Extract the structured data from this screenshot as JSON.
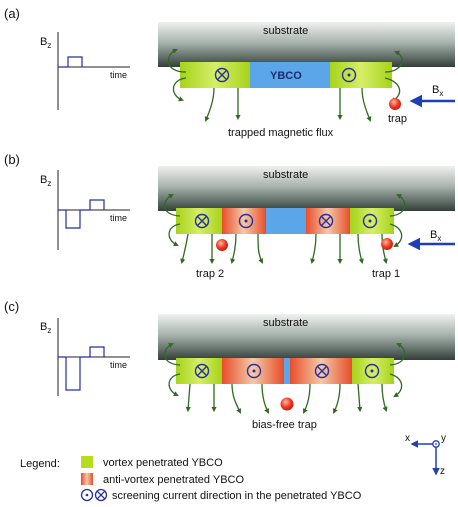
{
  "panels": [
    {
      "label": "(a)",
      "plot": {
        "y_label": "B",
        "y_sub": "z",
        "x_label": "time",
        "pulses": [
          1
        ]
      },
      "substrate_label": "substrate",
      "ybco_label": "YBCO",
      "field": {
        "label": "B",
        "sub": "x"
      },
      "annotations": [
        "trapped magnetic flux",
        "trap"
      ]
    },
    {
      "label": "(b)",
      "plot": {
        "y_label": "B",
        "y_sub": "z",
        "x_label": "time",
        "pulses": [
          -1.5,
          1
        ]
      },
      "substrate_label": "substrate",
      "field": {
        "label": "B",
        "sub": "x"
      },
      "annotations": [
        "trap 2",
        "trap 1"
      ]
    },
    {
      "label": "(c)",
      "plot": {
        "y_label": "B",
        "y_sub": "z",
        "x_label": "time",
        "pulses": [
          -3,
          1
        ]
      },
      "substrate_label": "substrate",
      "annotations": [
        "bias-free trap"
      ]
    }
  ],
  "axes": {
    "x": "x",
    "y": "y",
    "z": "z"
  },
  "legend": {
    "title": "Legend:",
    "items": [
      "vortex penetrated YBCO",
      "anti-vortex penetrated YBCO",
      "screening current direction in the penetrated YBCO"
    ]
  },
  "colors": {
    "vortex": "#b6dd1e",
    "antivortex": "#e2583a",
    "ybco": "#5ea9e6",
    "substrate_top": "#e8ecea",
    "substrate_bottom": "#3d4a44",
    "flux": "#2f6a22",
    "trap": "#ee3322",
    "arrow": "#1f3fb8",
    "current": "#2a2f9e"
  }
}
